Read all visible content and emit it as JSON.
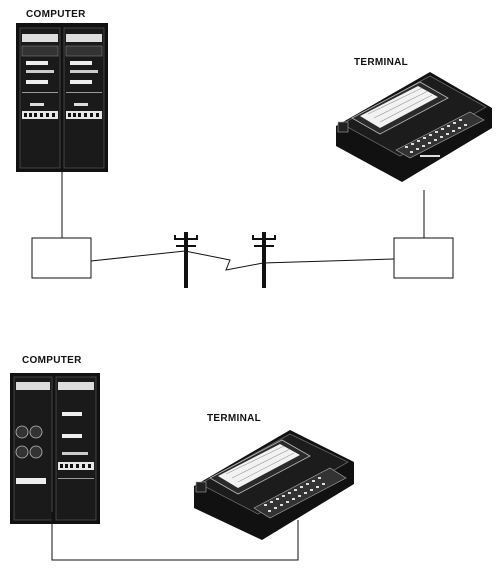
{
  "top_scene": {
    "computer_label": "COMPUTER",
    "terminal_label": "TERMINAL"
  },
  "bottom_scene": {
    "computer_label": "COMPUTER",
    "terminal_label": "TERMINAL"
  }
}
